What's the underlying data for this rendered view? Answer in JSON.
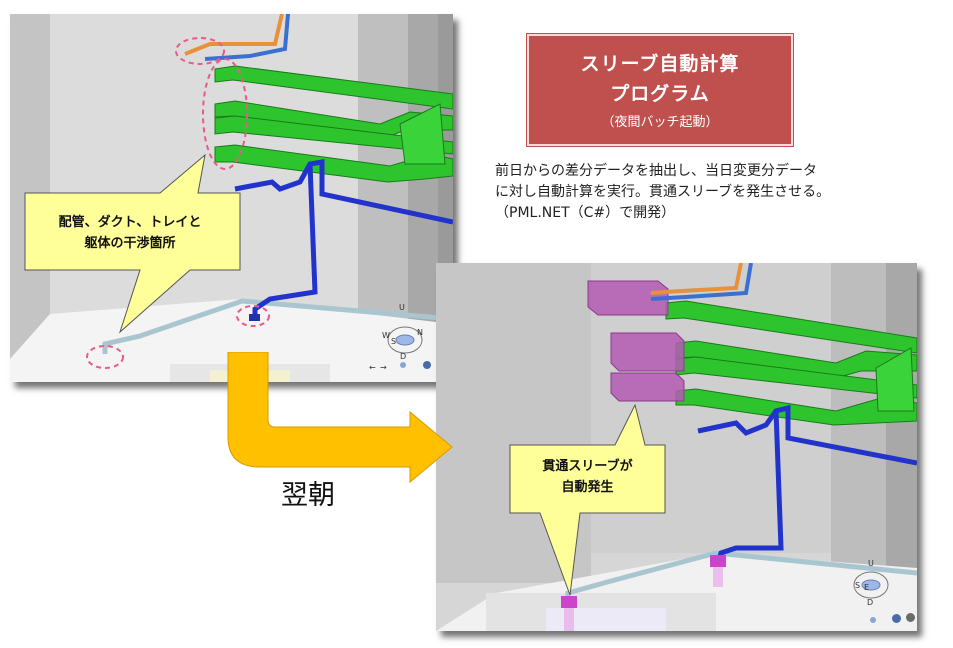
{
  "title_box": {
    "line1": "スリーブ自動計算",
    "line2": "プログラム",
    "subtitle": "（夜間バッチ起動）"
  },
  "description": {
    "line1": "前日からの差分データを抽出し、当日変更分データ",
    "line2": "に対し自動計算を実行。貫通スリーブを発生させる。",
    "line3": "（PML.NET（C#）で開発）"
  },
  "callout_before": {
    "line1": "配管、ダクト、トレイと",
    "line2": "躯体の干渉箇所"
  },
  "callout_after": {
    "line1": "貫通スリーブが",
    "line2": "自動発生"
  },
  "arrow_label": "翌朝",
  "navcube": {
    "north": "N",
    "south": "S",
    "east": "E",
    "west": "W",
    "up": "U",
    "down": "D"
  },
  "nav_controls": {
    "prev": "←",
    "next": "→"
  },
  "colors": {
    "title_bg": "#c0504d",
    "callout_bg": "#ffff99",
    "arrow": "#ffc000",
    "tray": "#33cc33",
    "pipe_blue": "#2233cc",
    "pipe_orange": "#e8913a",
    "sleeve": "#cc66cc",
    "highlight_dash": "#e85a8a"
  }
}
